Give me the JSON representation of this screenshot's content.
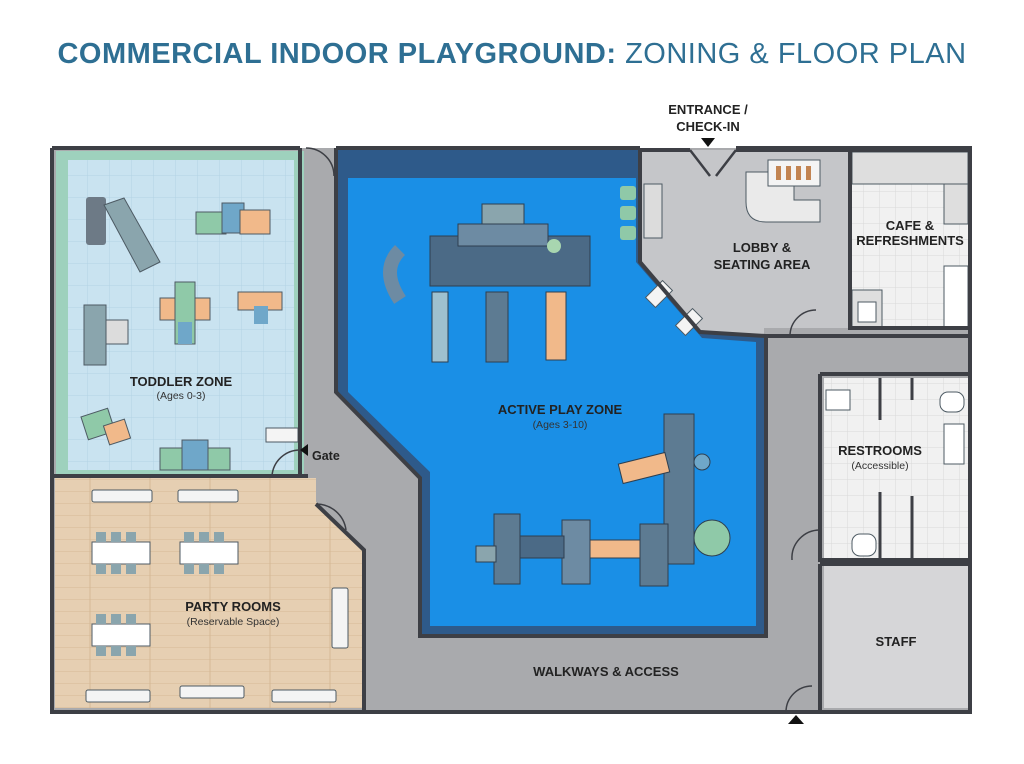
{
  "title": {
    "bold_part": "COMMERCIAL INDOOR PLAYGROUND:",
    "light_part": "ZONING & FLOOR PLAN"
  },
  "zones": {
    "toddler": {
      "name": "TODDLER ZONE",
      "note": "(Ages 0-3)"
    },
    "active": {
      "name": "ACTIVE PLAY ZONE",
      "note": "(Ages 3-10)"
    },
    "party": {
      "name": "PARTY ROOMS",
      "note": "(Reservable Space)"
    },
    "lobby": {
      "line1": "LOBBY &",
      "line2": "SEATING AREA"
    },
    "cafe": {
      "line1": "CAFE &",
      "line2": "REFRESHMENTS"
    },
    "restrooms": {
      "name": "RESTROOMS",
      "note": "(Accessible)"
    },
    "staff": {
      "name": "STAFF"
    },
    "walkways": {
      "name": "WALKWAYS & ACCESS"
    }
  },
  "entrance": {
    "line1": "ENTRANCE /",
    "line2": "CHECK-IN"
  },
  "gate_label": "Gate",
  "colors": {
    "title": "#2e6f93",
    "wall": "#3d3f45",
    "walkway": "#a9aaad",
    "toddler_floor": "#c9e3f0",
    "toddler_border": "#9ed1bd",
    "active_floor": "#1a8fe6",
    "party_floor": "#e3cbad",
    "lobby_floor": "#c5c6c9",
    "tile_floor": "#ececec",
    "staff_floor": "#d6d6d8"
  }
}
